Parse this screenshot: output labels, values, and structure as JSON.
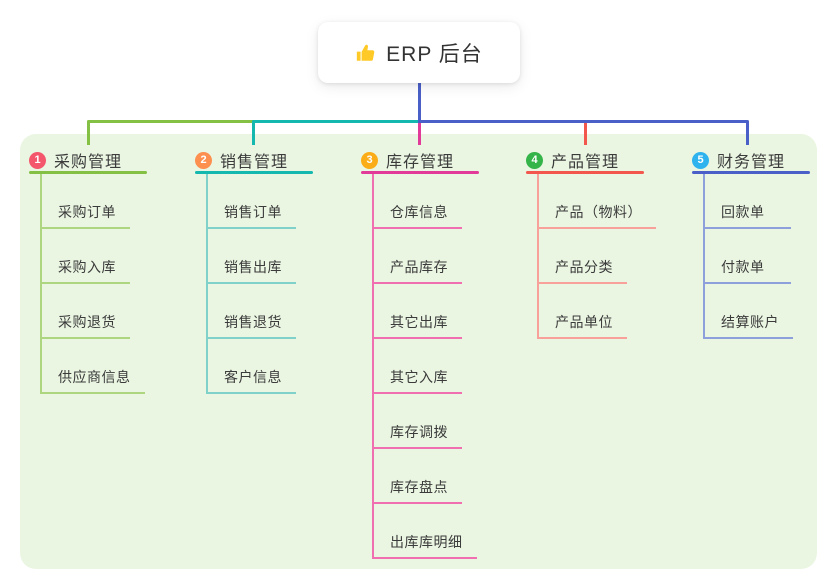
{
  "root": {
    "label": "ERP 后台",
    "icon": "thumbs-up-icon",
    "icon_color": "#ffca28"
  },
  "colors": {
    "canvas_bg": "#ffffff",
    "panel_bg": "#eaf6e2",
    "root_card_bg": "#ffffff",
    "trunk": "#4a60c8",
    "text": "#3b3b3b"
  },
  "branches": [
    {
      "number": "1",
      "label": "采购管理",
      "badge_color": "#f4566c",
      "line_color": "#84c043",
      "item_line_color": "#aed57f",
      "items": [
        "采购订单",
        "采购入库",
        "采购退货",
        "供应商信息"
      ]
    },
    {
      "number": "2",
      "label": "销售管理",
      "badge_color": "#fd8f4f",
      "line_color": "#14b8ae",
      "item_line_color": "#7fd1ca",
      "items": [
        "销售订单",
        "销售出库",
        "销售退货",
        "客户信息"
      ]
    },
    {
      "number": "3",
      "label": "库存管理",
      "badge_color": "#fbad18",
      "line_color": "#e13a98",
      "item_line_color": "#ef6fb0",
      "items": [
        "仓库信息",
        "产品库存",
        "其它出库",
        "其它入库",
        "库存调拨",
        "库存盘点",
        "出库库明细"
      ]
    },
    {
      "number": "4",
      "label": "产品管理",
      "badge_color": "#35b44a",
      "line_color": "#f2564c",
      "item_line_color": "#f8a09a",
      "items": [
        "产品（物料）",
        "产品分类",
        "产品单位"
      ]
    },
    {
      "number": "5",
      "label": "财务管理",
      "badge_color": "#2eb3ee",
      "line_color": "#4a60c8",
      "item_line_color": "#8ea0db",
      "items": [
        "回款单",
        "付款单",
        "结算账户"
      ]
    }
  ]
}
